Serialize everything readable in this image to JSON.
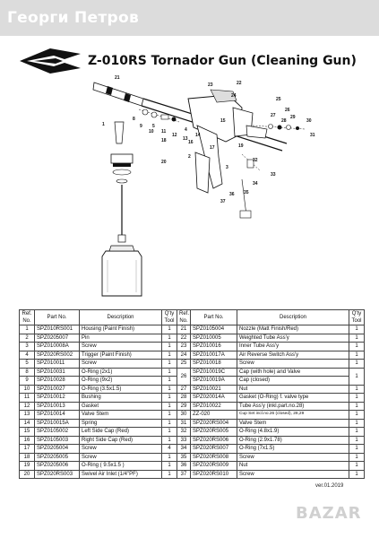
{
  "seller_name": "Георги Петров",
  "document": {
    "title": "Z-010RS Tornador Gun (Cleaning Gun)",
    "version": "ver.01.2019"
  },
  "headers": {
    "ref": "Ref.",
    "no": "No.",
    "part_no": "Part No.",
    "description": "Description",
    "qty": "Q'ty",
    "tool": "Tool"
  },
  "rows": [
    {
      "l": [
        "1",
        "SPZ010RS001",
        "Housing (Paint Finish)",
        "1"
      ],
      "r": [
        "21",
        "SPZ0105004",
        "Nozzle (Matt Finish/Red)",
        "1"
      ]
    },
    {
      "l": [
        "2",
        "SPZ0205007",
        "Pin",
        "1"
      ],
      "r": [
        "22",
        "SPZ010005",
        "Weighted Tube Ass'y",
        "1"
      ]
    },
    {
      "l": [
        "3",
        "SPZ010008A",
        "Screw",
        "1"
      ],
      "r": [
        "23",
        "SPZ010016",
        "Inner Tube Ass'y",
        "1"
      ]
    },
    {
      "l": [
        "4",
        "SPZ020RS002",
        "Trigger (Paint Finish)",
        "1"
      ],
      "r": [
        "24",
        "SPZ010017A",
        "Air Reverse Switch Ass'y",
        "1"
      ]
    },
    {
      "l": [
        "5",
        "SPZ010011",
        "Screw",
        "1"
      ],
      "r": [
        "25",
        "SPZ010018",
        "Screw",
        "1"
      ]
    },
    {
      "l": [
        "8",
        "SPZ010031",
        "O-Ring (2x1)",
        "1"
      ],
      "r": [
        "",
        "SPZ010019C",
        "Cap (with hole) and Valve",
        "1"
      ]
    },
    {
      "l": [
        "9",
        "SPZ010028",
        "O-Ring (9x2)",
        "1"
      ],
      "r": [
        "",
        "SPZ010019A",
        "Cap (closed)",
        ""
      ]
    },
    {
      "l": [
        "10",
        "SPZ010027",
        "O-Ring (3.5x1.5)",
        "1"
      ],
      "r": [
        "27",
        "SPZ010021",
        "Nut",
        "1"
      ]
    },
    {
      "l": [
        "11",
        "SPZ010012",
        "Bushing",
        "1"
      ],
      "r": [
        "28",
        "SPZ020014A",
        "Gasket (O-Ring) f. valve type",
        "1"
      ]
    },
    {
      "l": [
        "12",
        "SPZ010013",
        "Gasket",
        "1"
      ],
      "r": [
        "29",
        "SPZ010022",
        "Tube Ass'y (inkl.part.no.28)",
        "1"
      ]
    },
    {
      "l": [
        "13",
        "SPZ010014",
        "Valve Stem",
        "1"
      ],
      "r": [
        "30",
        "ZZ-020",
        "Cup Set incl.no.26 (closed), 28,29",
        "1"
      ]
    },
    {
      "l": [
        "14",
        "SPZ010015A",
        "Spring",
        "1"
      ],
      "r": [
        "31",
        "SPZ020RS004",
        "Valve Stem",
        "1"
      ]
    },
    {
      "l": [
        "15",
        "SPZ0105002",
        "Left Side Cap (Red)",
        "1"
      ],
      "r": [
        "32",
        "SPZ020RS005",
        "O-Ring (4.8x1.9)",
        "1"
      ]
    },
    {
      "l": [
        "16",
        "SPZ0105003",
        "Right Side Cap (Red)",
        "1"
      ],
      "r": [
        "33",
        "SPZ020RS006",
        "O-Ring (2.9x1.78)",
        "1"
      ]
    },
    {
      "l": [
        "17",
        "SPZ0205004",
        "Screw",
        "4"
      ],
      "r": [
        "34",
        "SPZ020RS007",
        "O-Ring (7x1.5)",
        "1"
      ]
    },
    {
      "l": [
        "18",
        "SPZ0205005",
        "Screw",
        "1"
      ],
      "r": [
        "35",
        "SPZ020RS008",
        "Screw",
        "1"
      ]
    },
    {
      "l": [
        "19",
        "SPZ0205006",
        "O-Ring ( 9.5x1.5 )",
        "1"
      ],
      "r": [
        "36",
        "SPZ020RS009",
        "Nut",
        "1"
      ]
    },
    {
      "l": [
        "20",
        "SPZ020RS003",
        "Swivel Air Inlet (1/4\"PF)",
        "1"
      ],
      "r": [
        "37",
        "SPZ020RS010",
        "Screw",
        "1"
      ]
    }
  ],
  "merged_ref": "26",
  "callouts": [
    "21",
    "22",
    "23",
    "24",
    "25",
    "26",
    "27",
    "28",
    "29",
    "30",
    "31",
    "32",
    "33",
    "34",
    "35",
    "36",
    "37",
    "1",
    "2",
    "3",
    "4",
    "5",
    "8",
    "9",
    "10",
    "11",
    "12",
    "13",
    "14",
    "15",
    "16",
    "17",
    "18",
    "19",
    "20"
  ],
  "colors": {
    "topbar": "#dcdcdc",
    "ink": "#111111",
    "table_border": "#444444"
  }
}
